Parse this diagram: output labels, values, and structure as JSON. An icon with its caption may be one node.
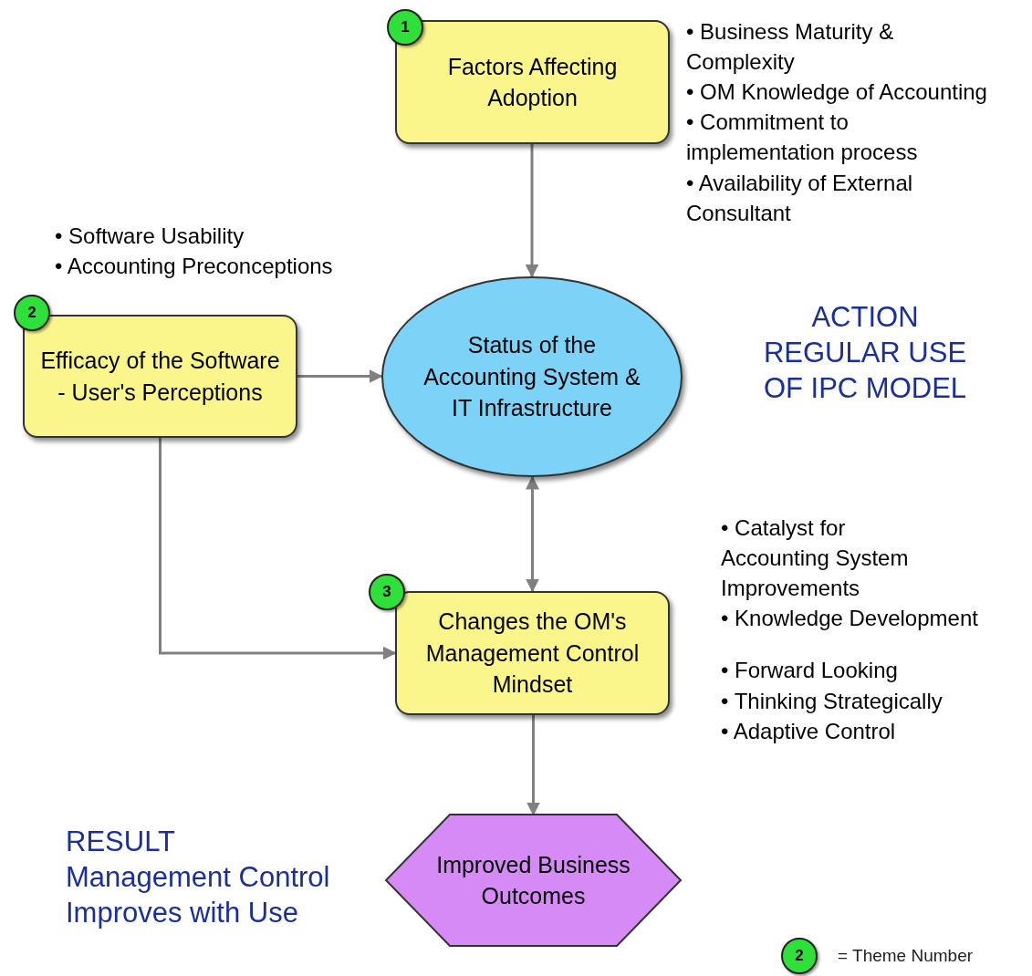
{
  "diagram": {
    "nodes": [
      {
        "text": [
          "1"
        ]
      },
      {
        "text": [
          "Factors Affecting Adoption"
        ],
        "beside": [
          "• Business Maturity & Complexity",
          "• OM Knowledge of Accounting",
          "• Commitment to implementation process",
          "• Availability of External Consultant"
        ]
      },
      {
        "text": [
          "2"
        ]
      },
      {
        "text": [
          "Efficacy of the Software - User's Perceptions"
        ],
        "beside": [
          "• Software Usability",
          "• Accounting Preconceptions"
        ]
      },
      {
        "text": [
          "Status of the Accounting System & IT Infrastructure"
        ]
      },
      {
        "text": [
          "3"
        ]
      },
      {
        "text": [
          "Changes the OM's Management Control Mindset"
        ],
        "beside": [
          "• Catalyst for Accounting System Improvements",
          "• Knowledge Development",
          "• Forward Looking",
          "• Thinking Strategically",
          "• Adaptive Control"
        ]
      },
      {
        "text": [
          "Improved Business Outcomes"
        ]
      },
      {
        "text": [
          "2"
        ]
      }
    ],
    "edges": [
      {
        "from": 1,
        "to": 4,
        "arrow": "to"
      },
      {
        "from": 3,
        "to": 4,
        "arrow": "to"
      },
      {
        "from": 4,
        "to": 6,
        "arrow": "both"
      },
      {
        "from": 3,
        "to": 6,
        "arrow": "to"
      },
      {
        "from": 6,
        "to": 7,
        "arrow": "to"
      }
    ],
    "labels": [
      "ACTION",
      "REGULAR USE",
      "OF IPC MODEL",
      "RESULT",
      "Management Control",
      "Improves with Use",
      "= Theme Number"
    ]
  }
}
